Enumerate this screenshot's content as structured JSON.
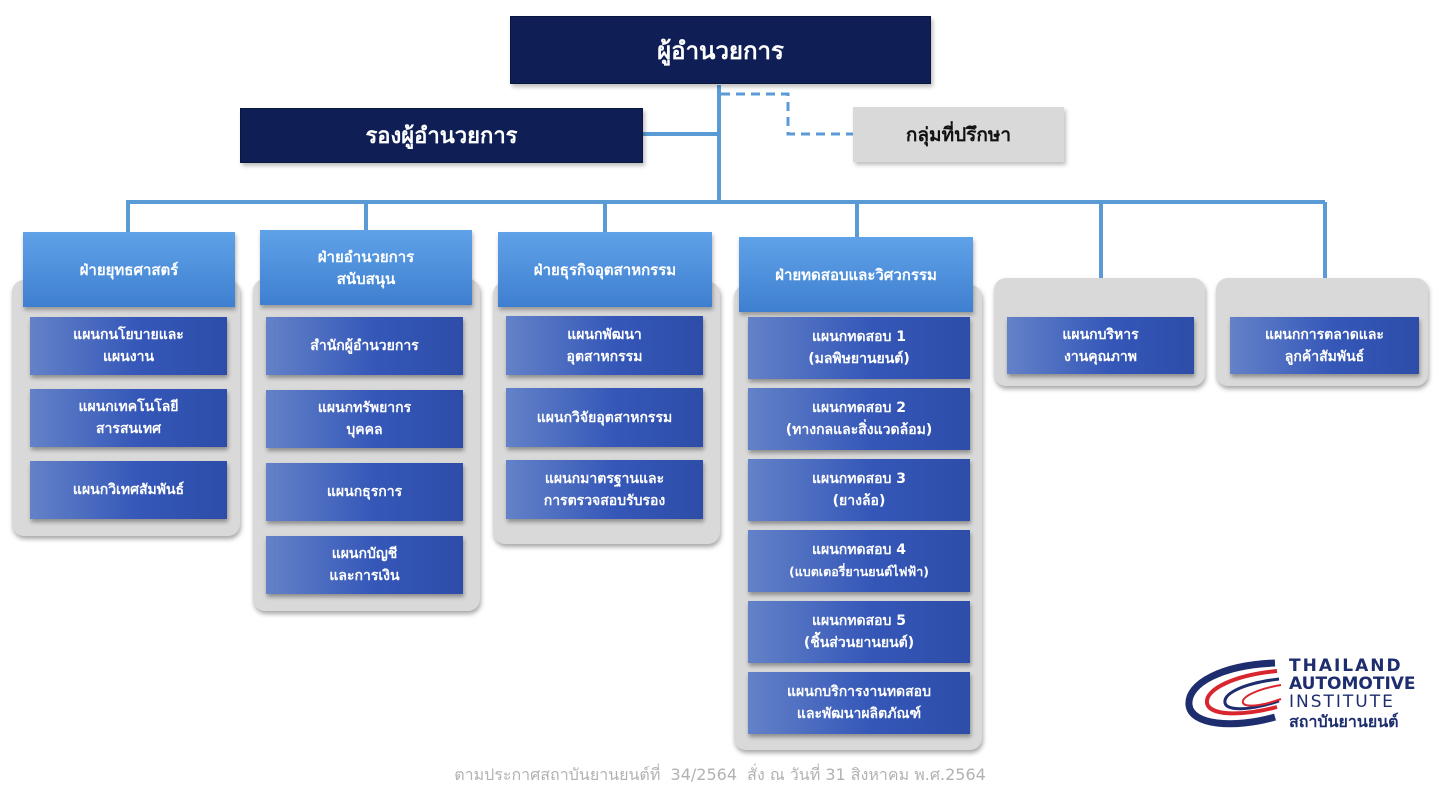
{
  "director": {
    "label": "ผู้อำนวยการ"
  },
  "deputy_director": {
    "label": "รองผู้อำนวยการ"
  },
  "advisory_group": {
    "label": "กลุ่มที่ปรึกษา"
  },
  "divisions": [
    {
      "title": [
        "ฝ่ายยุทธศาสตร์"
      ],
      "units": [
        [
          "แผนกนโยบายและ",
          "แผนงาน"
        ],
        [
          "แผนกเทคโนโลยี",
          "สารสนเทศ"
        ],
        [
          "แผนกวิเทศสัมพันธ์"
        ]
      ]
    },
    {
      "title": [
        "ฝ่ายอำนวยการ",
        "สนับสนุน"
      ],
      "units": [
        [
          "สำนักผู้อำนวยการ"
        ],
        [
          "แผนกทรัพยากร",
          "บุคคล"
        ],
        [
          "แผนกธุรการ"
        ],
        [
          "แผนกบัญชี",
          "และการเงิน"
        ]
      ]
    },
    {
      "title": [
        "ฝ่ายธุรกิจอุตสาหกรรม"
      ],
      "units": [
        [
          "แผนกพัฒนา",
          "อุตสาหกรรม"
        ],
        [
          "แผนกวิจัยอุตสาหกรรม"
        ],
        [
          "แผนกมาตรฐานและ",
          "การตรวจสอบรับรอง"
        ]
      ]
    },
    {
      "title": [
        "ฝ่ายทดสอบและวิศวกรรม"
      ],
      "units": [
        [
          "แผนกทดสอบ 1",
          "(มลพิษยานยนต์)"
        ],
        [
          "แผนกทดสอบ 2",
          "(ทางกลและสิ่งแวดล้อม)"
        ],
        [
          "แผนกทดสอบ 3",
          "(ยางล้อ)"
        ],
        [
          "แผนกทดสอบ 4",
          "(แบตเตอรี่ยานยนต์ไฟฟ้า)"
        ],
        [
          "แผนกทดสอบ 5",
          "(ชิ้นส่วนยานยนต์)"
        ],
        [
          "แผนกบริการงานทดสอบ",
          "และพัฒนาผลิตภัณฑ์"
        ]
      ]
    },
    {
      "title": [],
      "units": [
        [
          "แผนกบริหาร",
          "งานคุณภาพ"
        ]
      ]
    },
    {
      "title": [],
      "units": [
        [
          "แผนกการตลาดและ",
          "ลูกค้าสัมพันธ์"
        ]
      ]
    }
  ],
  "logo": {
    "line1": "THAILAND",
    "line2": "AUTOMOTIVE",
    "line3": "INSTITUTE",
    "line4": "สถาบันยานยนต์"
  },
  "footer": {
    "text": "ตามประกาศสถาบันยานยนต์ที่  34/2564  สั่ง ณ วันที่ 31 สิงหาคม พ.ศ.2564"
  },
  "colors": {
    "navy": "#0f1f55",
    "connector": "#5b9bd5",
    "division_head": "#4f8fdc",
    "unit": "#3557b8",
    "panel": "#d9d9d9"
  }
}
